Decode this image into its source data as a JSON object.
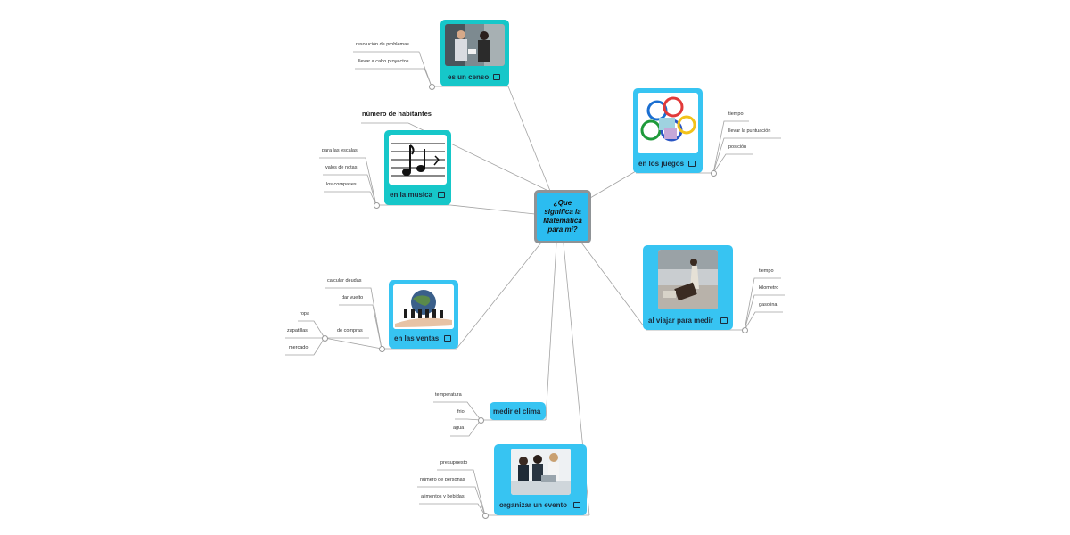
{
  "central": {
    "title": "¿Que significa la Matemática para mí?"
  },
  "floating": {
    "label": "número de habitantes"
  },
  "topics": {
    "censo": {
      "label": "es un censo",
      "icon": "note-icon",
      "leaves": [
        "resolución de problemas",
        "llevar a cabo proyectos"
      ]
    },
    "musica": {
      "label": "en la musica",
      "icon": "note-icon",
      "leaves": [
        "para las escalas",
        "valos de notas",
        "los compases"
      ]
    },
    "juegos": {
      "label": "en los juegos",
      "icon": "note-icon",
      "leaves": [
        "tiempo",
        "llevar la puntuación",
        "posición"
      ]
    },
    "viajar": {
      "label": "al viajar para medir",
      "icon": "note-icon",
      "leaves": [
        "tiempo",
        "kilometro",
        "gasolina"
      ]
    },
    "ventas": {
      "label": "en las ventas",
      "icon": "note-icon",
      "leaves": [
        "calcular deudas",
        "dar vuelto",
        "de compras"
      ],
      "compras_leaves": [
        "ropa",
        "zapatillas",
        "mercado"
      ]
    },
    "clima": {
      "label": "medir el clima",
      "leaves": [
        "temperatura",
        "frio",
        "agua"
      ]
    },
    "evento": {
      "label": "organizar un evento",
      "icon": "note-icon",
      "leaves": [
        "presupuesto",
        "número de personas",
        "alimentos y bebidas"
      ]
    }
  },
  "colors": {
    "teal": "#16c7c9",
    "blue": "#37c4f2",
    "central_border": "#8f9396",
    "connector": "#9a9a9a"
  }
}
